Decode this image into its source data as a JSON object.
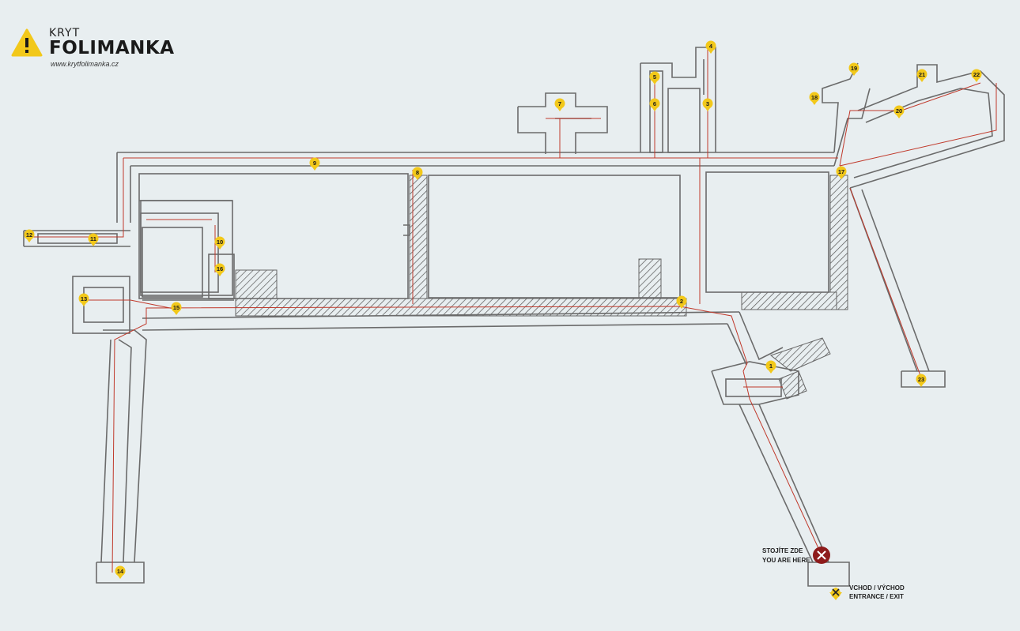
{
  "header": {
    "brand_top": "KRYT",
    "brand_name": "FOLIMANKA",
    "url": "www.krytfolimanka.cz"
  },
  "you_are_here": {
    "line1": "STOJÍTE ZDE",
    "line2": "YOU ARE HERE"
  },
  "entrance": {
    "line1": "VCHOD / VÝCHOD",
    "line2": "ENTRANCE / EXIT"
  },
  "markers": [
    "1",
    "2",
    "3",
    "4",
    "5",
    "6",
    "7",
    "8",
    "9",
    "10",
    "11",
    "12",
    "13",
    "14",
    "15",
    "16",
    "17",
    "18",
    "19",
    "20",
    "21",
    "22",
    "23"
  ],
  "colors": {
    "background": "#e8eef0",
    "wall": "#6b6b6b",
    "route": "#c0392b",
    "marker": "#f2c81a",
    "you_are_here": "#8e1b1b"
  }
}
